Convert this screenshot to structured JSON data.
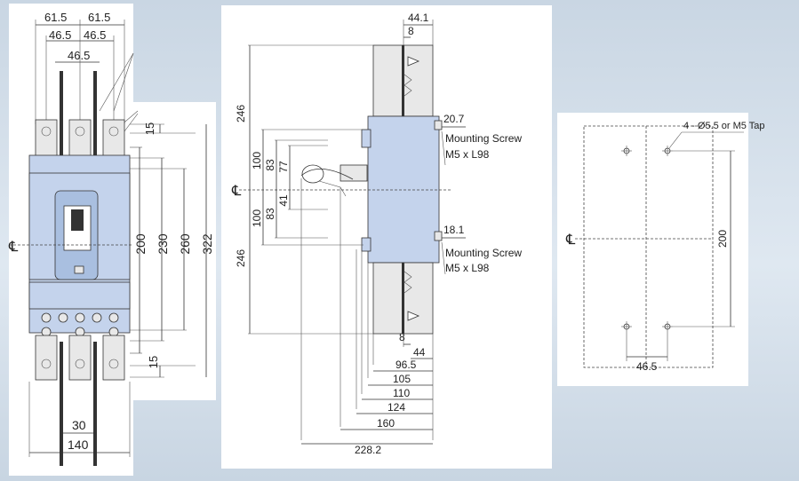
{
  "front_view": {
    "top_dims": [
      "61.5",
      "61.5",
      "46.5",
      "46.5",
      "46.5"
    ],
    "right_dims": [
      "15",
      "200",
      "230",
      "260",
      "322",
      "15"
    ],
    "bottom_dims": [
      "30",
      "140"
    ],
    "centerline": "℄"
  },
  "side_view": {
    "top_dims": [
      "44.1",
      "8"
    ],
    "left_dims": [
      "246",
      "100",
      "83",
      "77",
      "41",
      "83",
      "100",
      "246"
    ],
    "screw_top": {
      "dim": "20.7",
      "line1": "Mounting Screw",
      "line2": "M5 x L98"
    },
    "screw_bottom": {
      "dim": "18.1",
      "line1": "Mounting Screw",
      "line2": "M5 x L98"
    },
    "bottom_dims": [
      "8",
      "44",
      "96.5",
      "105",
      "110",
      "124",
      "160",
      "228.2"
    ],
    "centerline": "℄"
  },
  "mounting": {
    "hole_label": "4 - Ø5.5 or M5 Tap",
    "vertical_dim": "200",
    "horizontal_dim": "46.5",
    "centerline": "℄"
  }
}
